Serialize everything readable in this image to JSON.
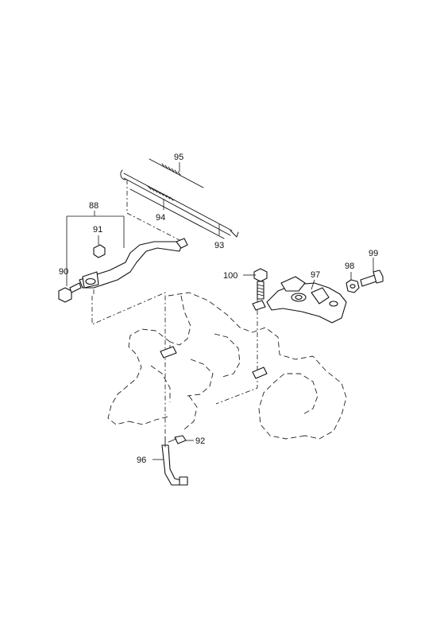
{
  "diagram": {
    "background": "#ffffff",
    "line_color": "#111111",
    "callouts": [
      {
        "id": "88",
        "text": "88"
      },
      {
        "id": "90",
        "text": "90"
      },
      {
        "id": "91",
        "text": "91"
      },
      {
        "id": "92",
        "text": "92"
      },
      {
        "id": "93",
        "text": "93"
      },
      {
        "id": "94",
        "text": "94"
      },
      {
        "id": "95",
        "text": "95"
      },
      {
        "id": "96",
        "text": "96"
      },
      {
        "id": "97",
        "text": "97"
      },
      {
        "id": "98",
        "text": "98"
      },
      {
        "id": "99",
        "text": "99"
      },
      {
        "id": "100",
        "text": "100"
      }
    ]
  }
}
